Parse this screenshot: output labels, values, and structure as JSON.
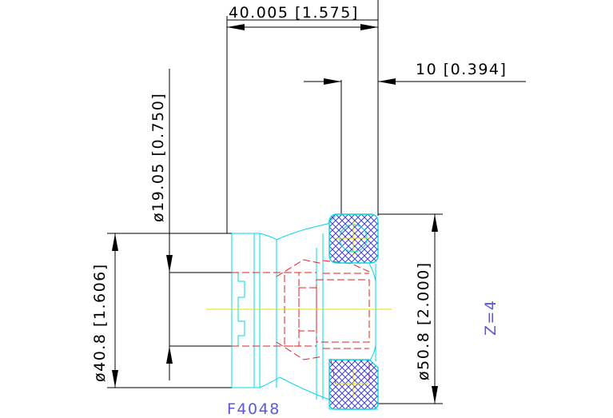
{
  "drawing": {
    "dimensions": {
      "overall_length": "40.005 [1.575]",
      "insert_offset": "10 [0.394]",
      "bore_diameter": "ø19.05 [0.750]",
      "pilot_diameter": "ø40.8 [1.606]",
      "cutting_diameter": "ø50.8 [2.000]"
    },
    "part_number": "F4048",
    "tooth_count": "Z=4",
    "colors": {
      "dimension": "#000000",
      "body": "#00d8e8",
      "hidden": "#e02020",
      "centerline": "#e8e000",
      "hatch": "#4040d0",
      "label": "#5a5ad8"
    }
  }
}
